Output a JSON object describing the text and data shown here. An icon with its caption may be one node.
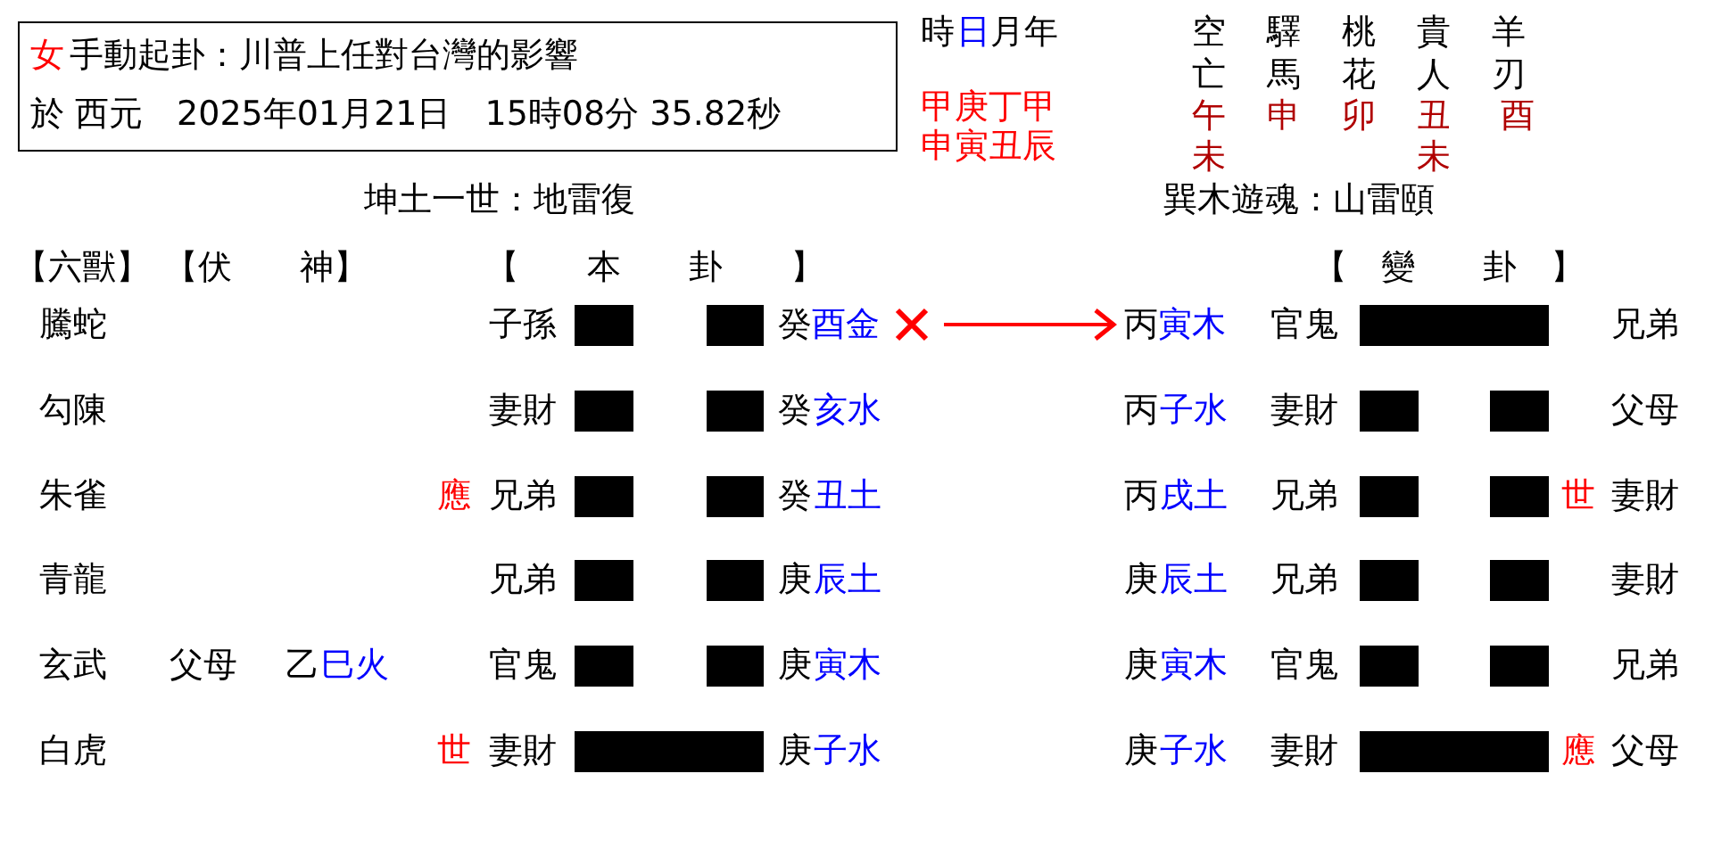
{
  "diagram": {
    "nodes": [
      {
        "text": [
          "女",
          "手動起卦：川普上任對台灣的影響",
          "於 西元　2025年01月21日　15時08分 35.82秒"
        ]
      },
      {
        "text": [
          "癸",
          "酉金"
        ]
      },
      {
        "text": [
          "丙",
          "寅木"
        ]
      }
    ],
    "edges": [
      {
        "from": 1,
        "to": 2,
        "arrow": "to",
        "color": "#ff0000"
      }
    ],
    "labels": [
      "時",
      "日",
      "月年",
      "空",
      "驛",
      "桃",
      "貴",
      "羊",
      "亡",
      "馬",
      "花",
      "人",
      "刃",
      "甲庚丁甲",
      "午",
      "申",
      "卯",
      "丑",
      "酉",
      "申寅丑辰",
      "未",
      "未",
      "坤土一世：地雷復",
      "巽木遊魂：山雷頤",
      "【六獸】",
      "【伏　　神】",
      "【　　本　　卦　　】",
      "【　變　　卦　】",
      "騰蛇",
      "子孫",
      "官鬼",
      "兄弟",
      "勾陳",
      "妻財",
      "癸",
      "亥水",
      "丙",
      "子水",
      "妻財",
      "父母",
      "朱雀",
      "應",
      "兄弟",
      "癸",
      "丑土",
      "丙",
      "戌土",
      "兄弟",
      "世",
      "妻財",
      "青龍",
      "兄弟",
      "庚",
      "辰土",
      "庚",
      "辰土",
      "兄弟",
      "妻財",
      "玄武",
      "父母",
      "乙",
      "巳火",
      "官鬼",
      "庚",
      "寅木",
      "庚",
      "寅木",
      "官鬼",
      "兄弟",
      "白虎",
      "世",
      "妻財",
      "庚",
      "子水",
      "庚",
      "子水",
      "妻財",
      "應",
      "父母"
    ]
  }
}
